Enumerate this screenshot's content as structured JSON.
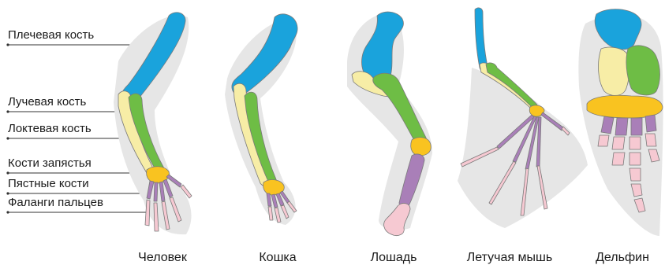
{
  "diagram": {
    "labels": {
      "humerus": "Плечевая кость",
      "radius": "Лучевая кость",
      "ulna": "Локтевая кость",
      "carpals": "Кости запястья",
      "metacarpals": "Пястные кости",
      "phalanges": "Фаланги пальцев"
    },
    "animals": {
      "human": "Человек",
      "cat": "Кошка",
      "horse": "Лошадь",
      "bat": "Летучая мышь",
      "dolphin": "Дельфин"
    }
  },
  "colors": {
    "humerus": "#1aa3dc",
    "radius": "#f7eda6",
    "ulna": "#6ebd45",
    "carpals": "#f9c320",
    "metacarpals": "#a97fb8",
    "phalanges": "#f6c9d2",
    "shadow": "#e6e6e6"
  }
}
